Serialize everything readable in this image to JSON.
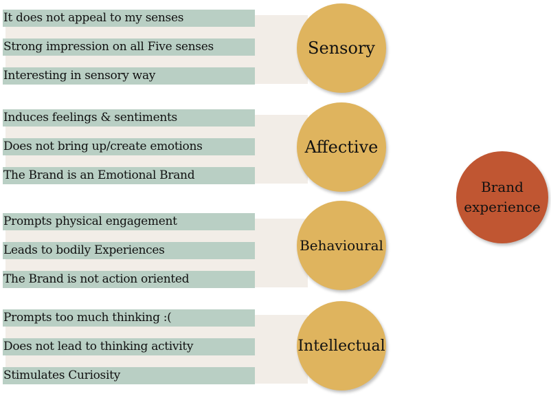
{
  "groups": [
    {
      "label": "Sensory",
      "items": [
        "It does not appeal to my senses",
        "Strong impression on all Five senses",
        "Interesting in sensory way"
      ]
    },
    {
      "label": "Affective",
      "items": [
        "Induces feelings & sentiments",
        "Does not bring up/create emotions",
        "The Brand is an Emotional Brand"
      ]
    },
    {
      "label": "Behavioural",
      "items": [
        "Prompts physical engagement",
        "Leads to bodily Experiences",
        "The Brand is not action oriented"
      ]
    },
    {
      "label": "Intellectual",
      "items": [
        "Prompts too much thinking :(",
        "Does not lead to thinking activity",
        "Stimulates Curiosity"
      ]
    }
  ],
  "center": {
    "label_line1": "Brand",
    "label_line2": "experience"
  },
  "colors": {
    "bar": "#b9cfc4",
    "circle": "#dfb45e",
    "center": "#c05632",
    "panel": "#f2ede7"
  }
}
